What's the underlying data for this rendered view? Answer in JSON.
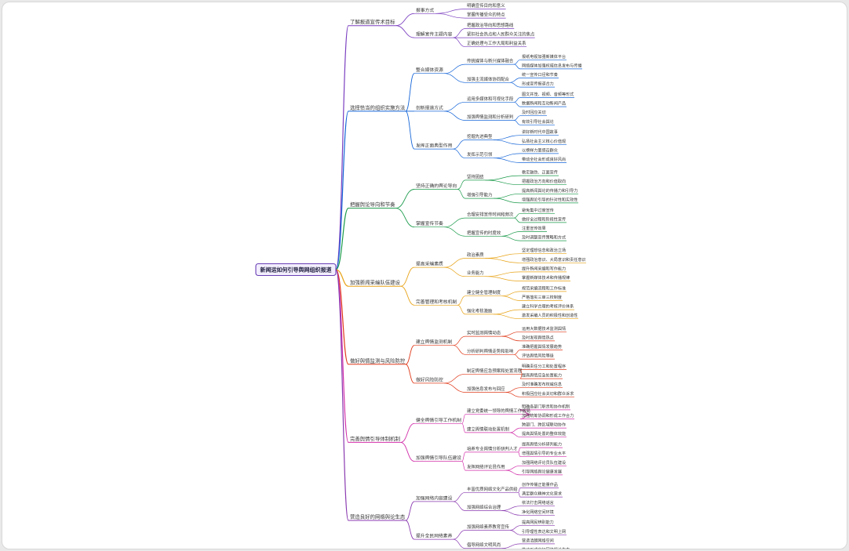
{
  "root": {
    "label": "新闻运如何引导舆网组织报道"
  },
  "colors": {
    "branches": [
      "#7b3fc0",
      "#1565d8",
      "#1a9a4a",
      "#e8a317",
      "#e03a1a",
      "#d22faa",
      "#8a3ab0"
    ],
    "root_border": "#6a3fb5",
    "root_fill": "#f3eefe"
  },
  "branches": [
    {
      "label": "了解报道宣传术目标",
      "children": [
        {
          "label": "报事方式",
          "children": [
            {
              "label": "明确宣传目的和意义"
            },
            {
              "label": "掌握传播受众的特点"
            }
          ]
        },
        {
          "label": "理解宣传主题内容",
          "children": [
            {
              "label": "把握政治导向和思想路线"
            },
            {
              "label": "紧扣社会热点和人民群众关注的焦点"
            },
            {
              "label": "正确处理与工作大局和利益关系"
            }
          ]
        }
      ]
    },
    {
      "label": "选择恰当的组织实施方法",
      "children": [
        {
          "label": "整合媒体资源",
          "children": [
            {
              "label": "传统媒体与新兴媒体融合",
              "children": [
                {
                  "label": "报纸电视加强新媒体平台"
                },
                {
                  "label": "网络媒体加强权威信息发布与传播"
                }
              ]
            },
            {
              "label": "加强主流媒体协同配合",
              "children": [
                {
                  "label": "统一宣传口径和节奏"
                },
                {
                  "label": "形成宣传报道合力"
                }
              ]
            }
          ]
        },
        {
          "label": "创新报道方式",
          "children": [
            {
              "label": "运用多媒体和可视化手段",
              "children": [
                {
                  "label": "图文并茂、视频、音频等形式"
                },
                {
                  "label": "数据新闻和互动新闻产品"
                }
              ]
            },
            {
              "label": "加强舆情监测和分析研判",
              "children": [
                {
                  "label": "及时回应关切"
                },
                {
                  "label": "有效引导社会舆论"
                }
              ]
            }
          ]
        },
        {
          "label": "发挥正面典型作用",
          "children": [
            {
              "label": "挖掘先进典型",
              "children": [
                {
                  "label": "讲好新时代中国故事"
                },
                {
                  "label": "弘扬社会主义核心价值观"
                }
              ]
            },
            {
              "label": "发挥示范引领",
              "children": [
                {
                  "label": "以榜样力量感召群众"
                },
                {
                  "label": "带动全社会形成良好风尚"
                }
              ]
            }
          ]
        }
      ]
    },
    {
      "label": "把握舆论导向和节奏",
      "children": [
        {
          "label": "坚持正确的舆论导向",
          "children": [
            {
              "label": "坚持团结",
              "children": [
                {
                  "label": "稳定鼓劲、正面宣传"
                },
                {
                  "label": "把握政治方向和价值取向"
                }
              ]
            },
            {
              "label": "增强引导能力",
              "children": [
                {
                  "label": "提高新闻舆论的传播力和引导力"
                },
                {
                  "label": "增强舆论引导的针对性和实效性"
                }
              ]
            }
          ]
        },
        {
          "label": "掌握宣传节奏",
          "children": [
            {
              "label": "合理安排宣传时间和频次",
              "children": [
                {
                  "label": "避免集中过度宣传"
                },
                {
                  "label": "做好全过程和阶段性宣传"
                }
              ]
            },
            {
              "label": "把握宣传的时度效",
              "children": [
                {
                  "label": "注重宣传效果"
                },
                {
                  "label": "及时调整宣传策略和方式"
                }
              ]
            }
          ]
        }
      ]
    },
    {
      "label": "加强新闻采编队伍建设",
      "children": [
        {
          "label": "提高采编素质",
          "children": [
            {
              "label": "政治素质",
              "children": [
                {
                  "label": "坚定理想信念和政治立场"
                },
                {
                  "label": "增强政治意识、大局意识和责任意识"
                }
              ]
            },
            {
              "label": "业务能力",
              "children": [
                {
                  "label": "提升新闻采编和写作能力"
                },
                {
                  "label": "掌握新媒体技术和传播规律"
                }
              ]
            }
          ]
        },
        {
          "label": "完善管理和考核机制",
          "children": [
            {
              "label": "建立健全管理制度",
              "children": [
                {
                  "label": "规范采编流程和工作标准"
                },
                {
                  "label": "严格落实三审三校制度"
                }
              ]
            },
            {
              "label": "强化考核激励",
              "children": [
                {
                  "label": "建立科学合理的考核评价体系"
                },
                {
                  "label": "激发采编人员的积极性和创造性"
                }
              ]
            }
          ]
        }
      ]
    },
    {
      "label": "做好舆情监测与风险防控",
      "children": [
        {
          "label": "建立舆情监测机制",
          "children": [
            {
              "label": "实时监测舆情动态",
              "children": [
                {
                  "label": "运用大数据技术监测舆情"
                },
                {
                  "label": "及时发现舆情热点"
                }
              ]
            },
            {
              "label": "分析研判舆情走势和影响",
              "children": [
                {
                  "label": "准确把握舆情发展趋势"
                },
                {
                  "label": "评估舆情风险等级"
                }
              ]
            }
          ]
        },
        {
          "label": "做好风险防控",
          "children": [
            {
              "label": "制定舆情应急预案和处置流程",
              "children": [
                {
                  "label": "明确责任分工和处置程序"
                },
                {
                  "label": "提高舆情应急处置能力"
                }
              ]
            },
            {
              "label": "加强信息发布与回应",
              "children": [
                {
                  "label": "及时准确发布权威信息"
                },
                {
                  "label": "积极回应社会关切和群众诉求"
                }
              ]
            }
          ]
        }
      ]
    },
    {
      "label": "完善舆情引导体制机制",
      "children": [
        {
          "label": "健全舆情引导工作机制",
          "children": [
            {
              "label": "建立党委统一领导的舆情工作格局",
              "children": [
                {
                  "label": "明确各部门职责和协作机制"
                },
                {
                  "label": "加强统筹协调和形成工作合力"
                }
              ]
            },
            {
              "label": "建立舆情联动处置机制",
              "children": [
                {
                  "label": "跨部门、跨区域联动协作"
                },
                {
                  "label": "提高舆情处置的整体效能"
                }
              ]
            }
          ]
        },
        {
          "label": "加强舆情引导队伍建设",
          "children": [
            {
              "label": "培养专业舆情分析研判人才",
              "children": [
                {
                  "label": "提高舆情分析研判能力"
                },
                {
                  "label": "增强舆情引导的专业水平"
                }
              ]
            },
            {
              "label": "发挥网络评论员作用",
              "children": [
                {
                  "label": "加强网络评论员队伍建设"
                },
                {
                  "label": "引导网络舆论健康发展"
                }
              ]
            }
          ]
        }
      ]
    },
    {
      "label": "营造良好的网络舆论生态",
      "children": [
        {
          "label": "加强网络内容建设",
          "children": [
            {
              "label": "丰富优质网络文化产品供给",
              "children": [
                {
                  "label": "创作传播正能量作品"
                },
                {
                  "label": "满足群众精神文化需求"
                }
              ]
            },
            {
              "label": "加强网络综合治理",
              "children": [
                {
                  "label": "依法打击网络谣言"
                },
                {
                  "label": "净化网络空间环境"
                }
              ]
            }
          ]
        },
        {
          "label": "提升全民网络素养",
          "children": [
            {
              "label": "加强网络素养教育宣传",
              "children": [
                {
                  "label": "提高网民辨别能力"
                },
                {
                  "label": "引导理性表达和文明上网"
                }
              ]
            },
            {
              "label": "倡导网络文明风尚",
              "children": [
                {
                  "label": "营造清朗网络空间"
                },
                {
                  "label": "推动形成良好网络舆论生态"
                }
              ]
            }
          ]
        }
      ]
    }
  ]
}
